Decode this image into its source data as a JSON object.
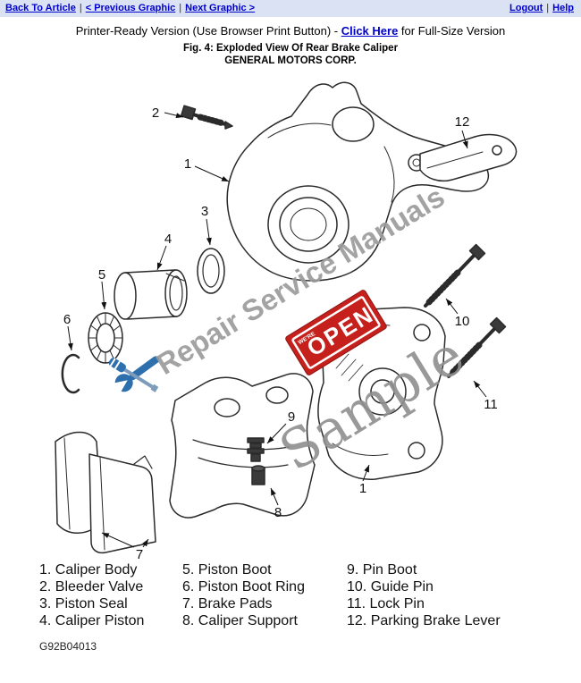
{
  "nav": {
    "back_to_article": "Back To Article",
    "previous_graphic": "< Previous Graphic",
    "next_graphic": "Next Graphic >",
    "logout": "Logout",
    "help": "Help",
    "separator": "|"
  },
  "header": {
    "title_prefix": "Printer-Ready Version (Use Browser Print Button) - ",
    "click_here_label": "Click Here",
    "title_suffix": " for Full-Size Version",
    "figure_caption": "Fig. 4: Exploded View Of Rear Brake Caliper",
    "manufacturer": "GENERAL MOTORS CORP."
  },
  "diagram": {
    "callouts": [
      "2",
      "1",
      "12",
      "3",
      "4",
      "5",
      "6",
      "9",
      "10",
      "11",
      "8",
      "1",
      "7"
    ],
    "watermark_text": "Repair Service Manuals",
    "watermark_sample": "Sample",
    "open_sign_text": "OPEN",
    "open_sign_small_text": "WE'RE",
    "doc_code": "G92B04013"
  },
  "legend": {
    "columns": [
      {
        "items": [
          "1. Caliper Body",
          "2. Bleeder Valve",
          "3. Piston Seal",
          "4. Caliper Piston"
        ]
      },
      {
        "items": [
          "5. Piston Boot",
          "6. Piston Boot Ring",
          "7. Brake Pads",
          "8. Caliper Support"
        ]
      },
      {
        "items": [
          "9. Pin Boot",
          "10. Guide Pin",
          "11. Lock Pin",
          "12. Parking Brake Lever"
        ]
      }
    ]
  },
  "colors": {
    "link_blue": "#0000cc",
    "nav_background": "#dae2f3",
    "watermark_gray": "#999999",
    "open_sign_red": "#c5201c",
    "tool_blue": "#2e6fae"
  }
}
